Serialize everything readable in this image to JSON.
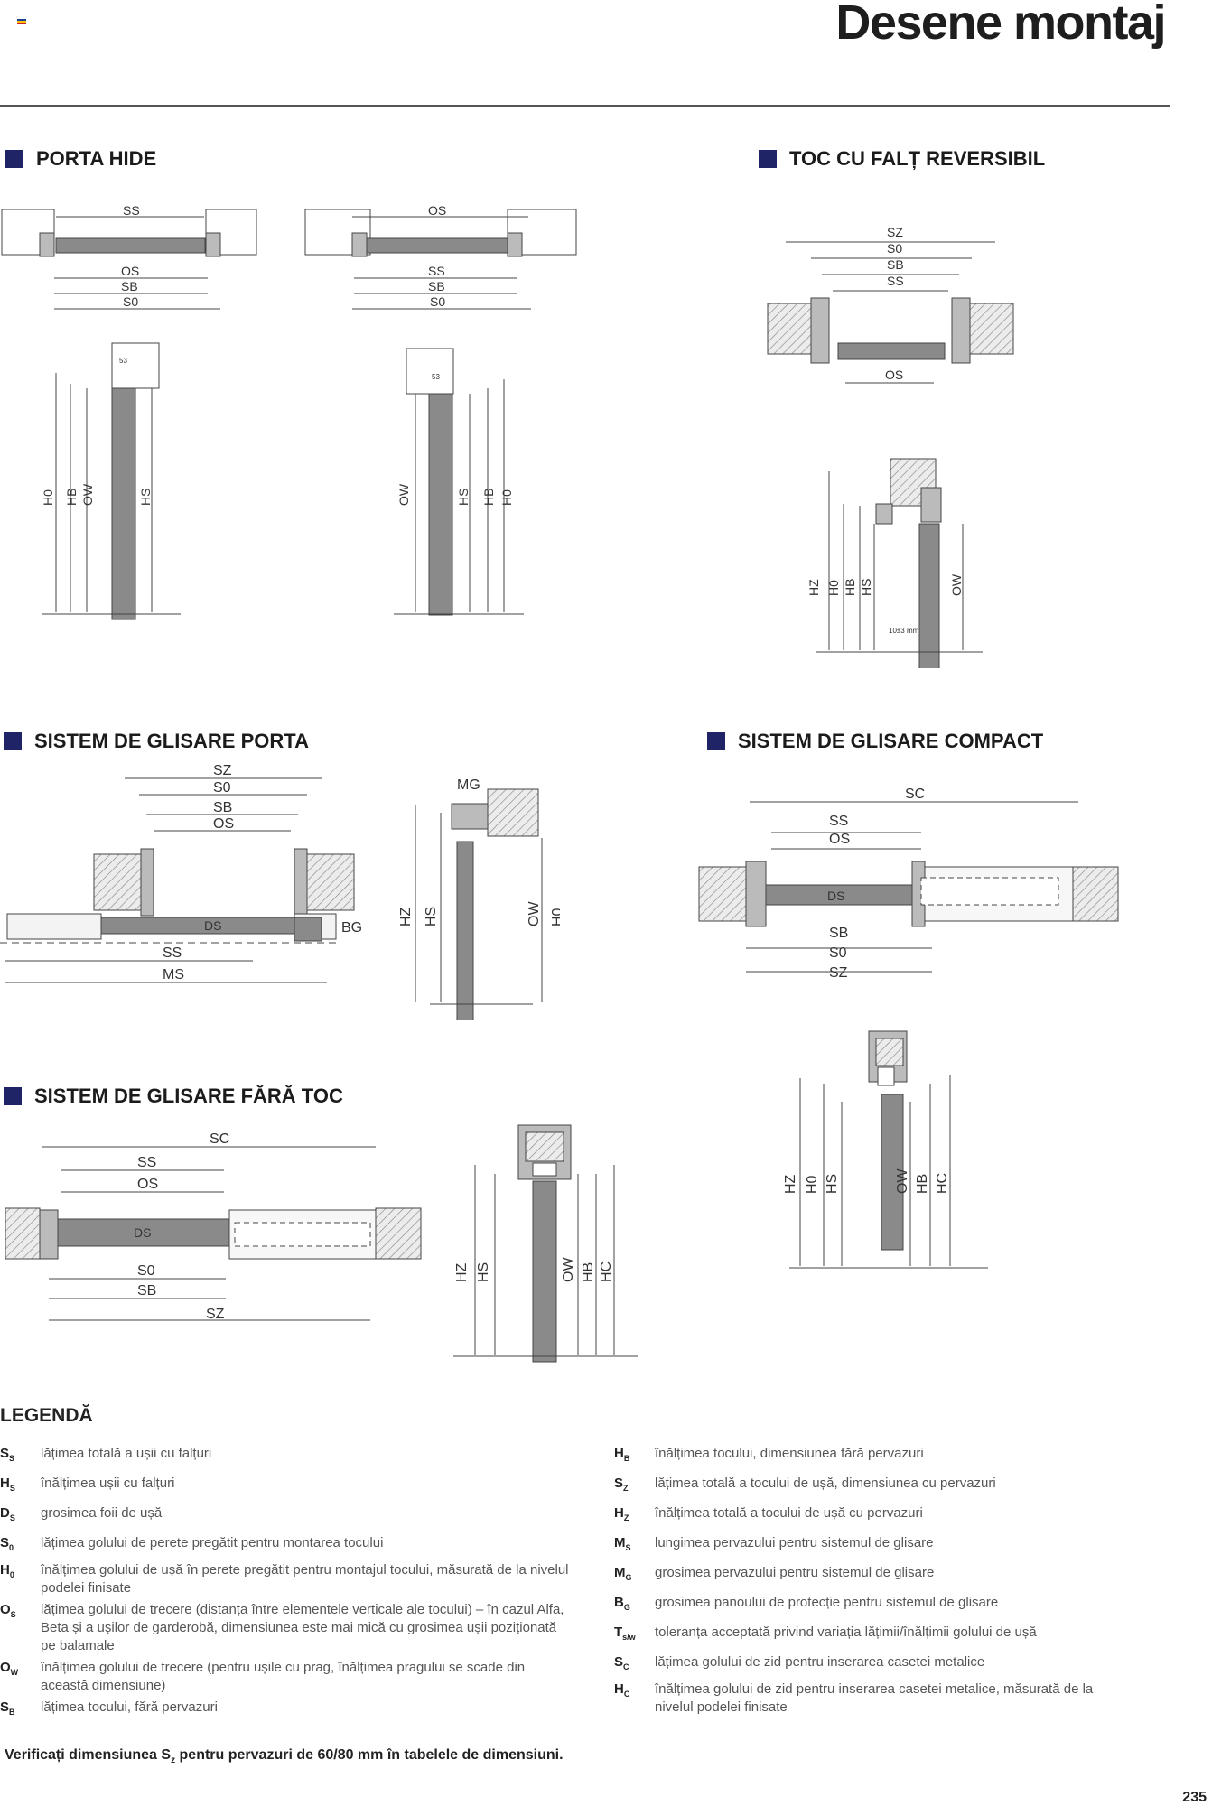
{
  "header": {
    "title": "Desene montaj"
  },
  "sections": {
    "porta_hide": "PORTA HIDE",
    "toc_cu_falt": "TOC CU FALȚ REVERSIBIL",
    "glisare_porta": "SISTEM DE GLISARE PORTA",
    "glisare_compact": "SISTEM DE GLISARE COMPACT",
    "glisare_fara_toc": "SISTEM DE GLISARE FĂRĂ TOC"
  },
  "dims": {
    "Ss": "SS",
    "Os": "OS",
    "Sb": "SB",
    "S0": "S0",
    "Sz": "SZ",
    "Sc": "SC",
    "Ds": "DS",
    "Ms": "MS",
    "Mg": "MG",
    "Bg": "BG",
    "H0": "H0",
    "Hb": "HB",
    "Hs": "HS",
    "Hz": "HZ",
    "Hc": "HC",
    "Ow": "OW",
    "n53": "53",
    "tol": "10±3 mm"
  },
  "legend": {
    "title": "LEGENDĂ",
    "left": [
      {
        "sym": "S",
        "sub": "S",
        "text": "lățimea totală a ușii cu falțuri"
      },
      {
        "sym": "H",
        "sub": "S",
        "text": "înălțimea ușii cu falțuri"
      },
      {
        "sym": "D",
        "sub": "S",
        "text": "grosimea foii de ușă"
      },
      {
        "sym": "S",
        "sub": "0",
        "text": "lățimea golului de perete pregătit pentru montarea tocului"
      },
      {
        "sym": "H",
        "sub": "0",
        "text": "înălțimea golului de ușă în perete pregătit pentru montajul tocului, măsurată de la nivelul podelei finisate"
      },
      {
        "sym": "O",
        "sub": "S",
        "text": "lățimea golului de trecere (distanța între elementele verticale ale tocului) – în cazul Alfa, Beta și a ușilor de garderobă, dimensiunea este mai mică cu grosimea ușii poziționată pe balamale"
      },
      {
        "sym": "O",
        "sub": "W",
        "text": "înălțimea golului de trecere (pentru ușile cu prag, înălțimea pragului se scade din această dimensiune)"
      },
      {
        "sym": "S",
        "sub": "B",
        "text": "lățimea tocului, fără pervazuri"
      }
    ],
    "right": [
      {
        "sym": "H",
        "sub": "B",
        "text": "înălțimea tocului, dimensiunea fără pervazuri"
      },
      {
        "sym": "S",
        "sub": "Z",
        "text": "lățimea totală a tocului de ușă, dimensiunea cu pervazuri"
      },
      {
        "sym": "H",
        "sub": "Z",
        "text": "înălțimea totală a tocului de ușă cu pervazuri"
      },
      {
        "sym": "M",
        "sub": "S",
        "text": "lungimea pervazului pentru sistemul de glisare"
      },
      {
        "sym": "M",
        "sub": "G",
        "text": "grosimea pervazului pentru sistemul de glisare"
      },
      {
        "sym": "B",
        "sub": "G",
        "text": "grosimea panoului de protecție pentru sistemul de glisare"
      },
      {
        "sym": "T",
        "sub": "s/w",
        "text": "toleranța acceptată privind variația lățimii/înălțimii golului de ușă"
      },
      {
        "sym": "S",
        "sub": "C",
        "text": "lățimea golului de zid pentru inserarea casetei metalice"
      },
      {
        "sym": "H",
        "sub": "C",
        "text": "înălțimea golului de zid pentru inserarea casetei metalice, măsurată de la nivelul podelei finisate"
      }
    ]
  },
  "footer": {
    "note_pre": "Verificați dimensiunea S",
    "note_sub": "z",
    "note_post": " pentru pervazuri de 60/80 mm în tabelele de dimensiuni.",
    "page_number": "235"
  },
  "colors": {
    "accent": "#1f2466",
    "door_gray": "#8a8a8a",
    "line": "#444444"
  }
}
